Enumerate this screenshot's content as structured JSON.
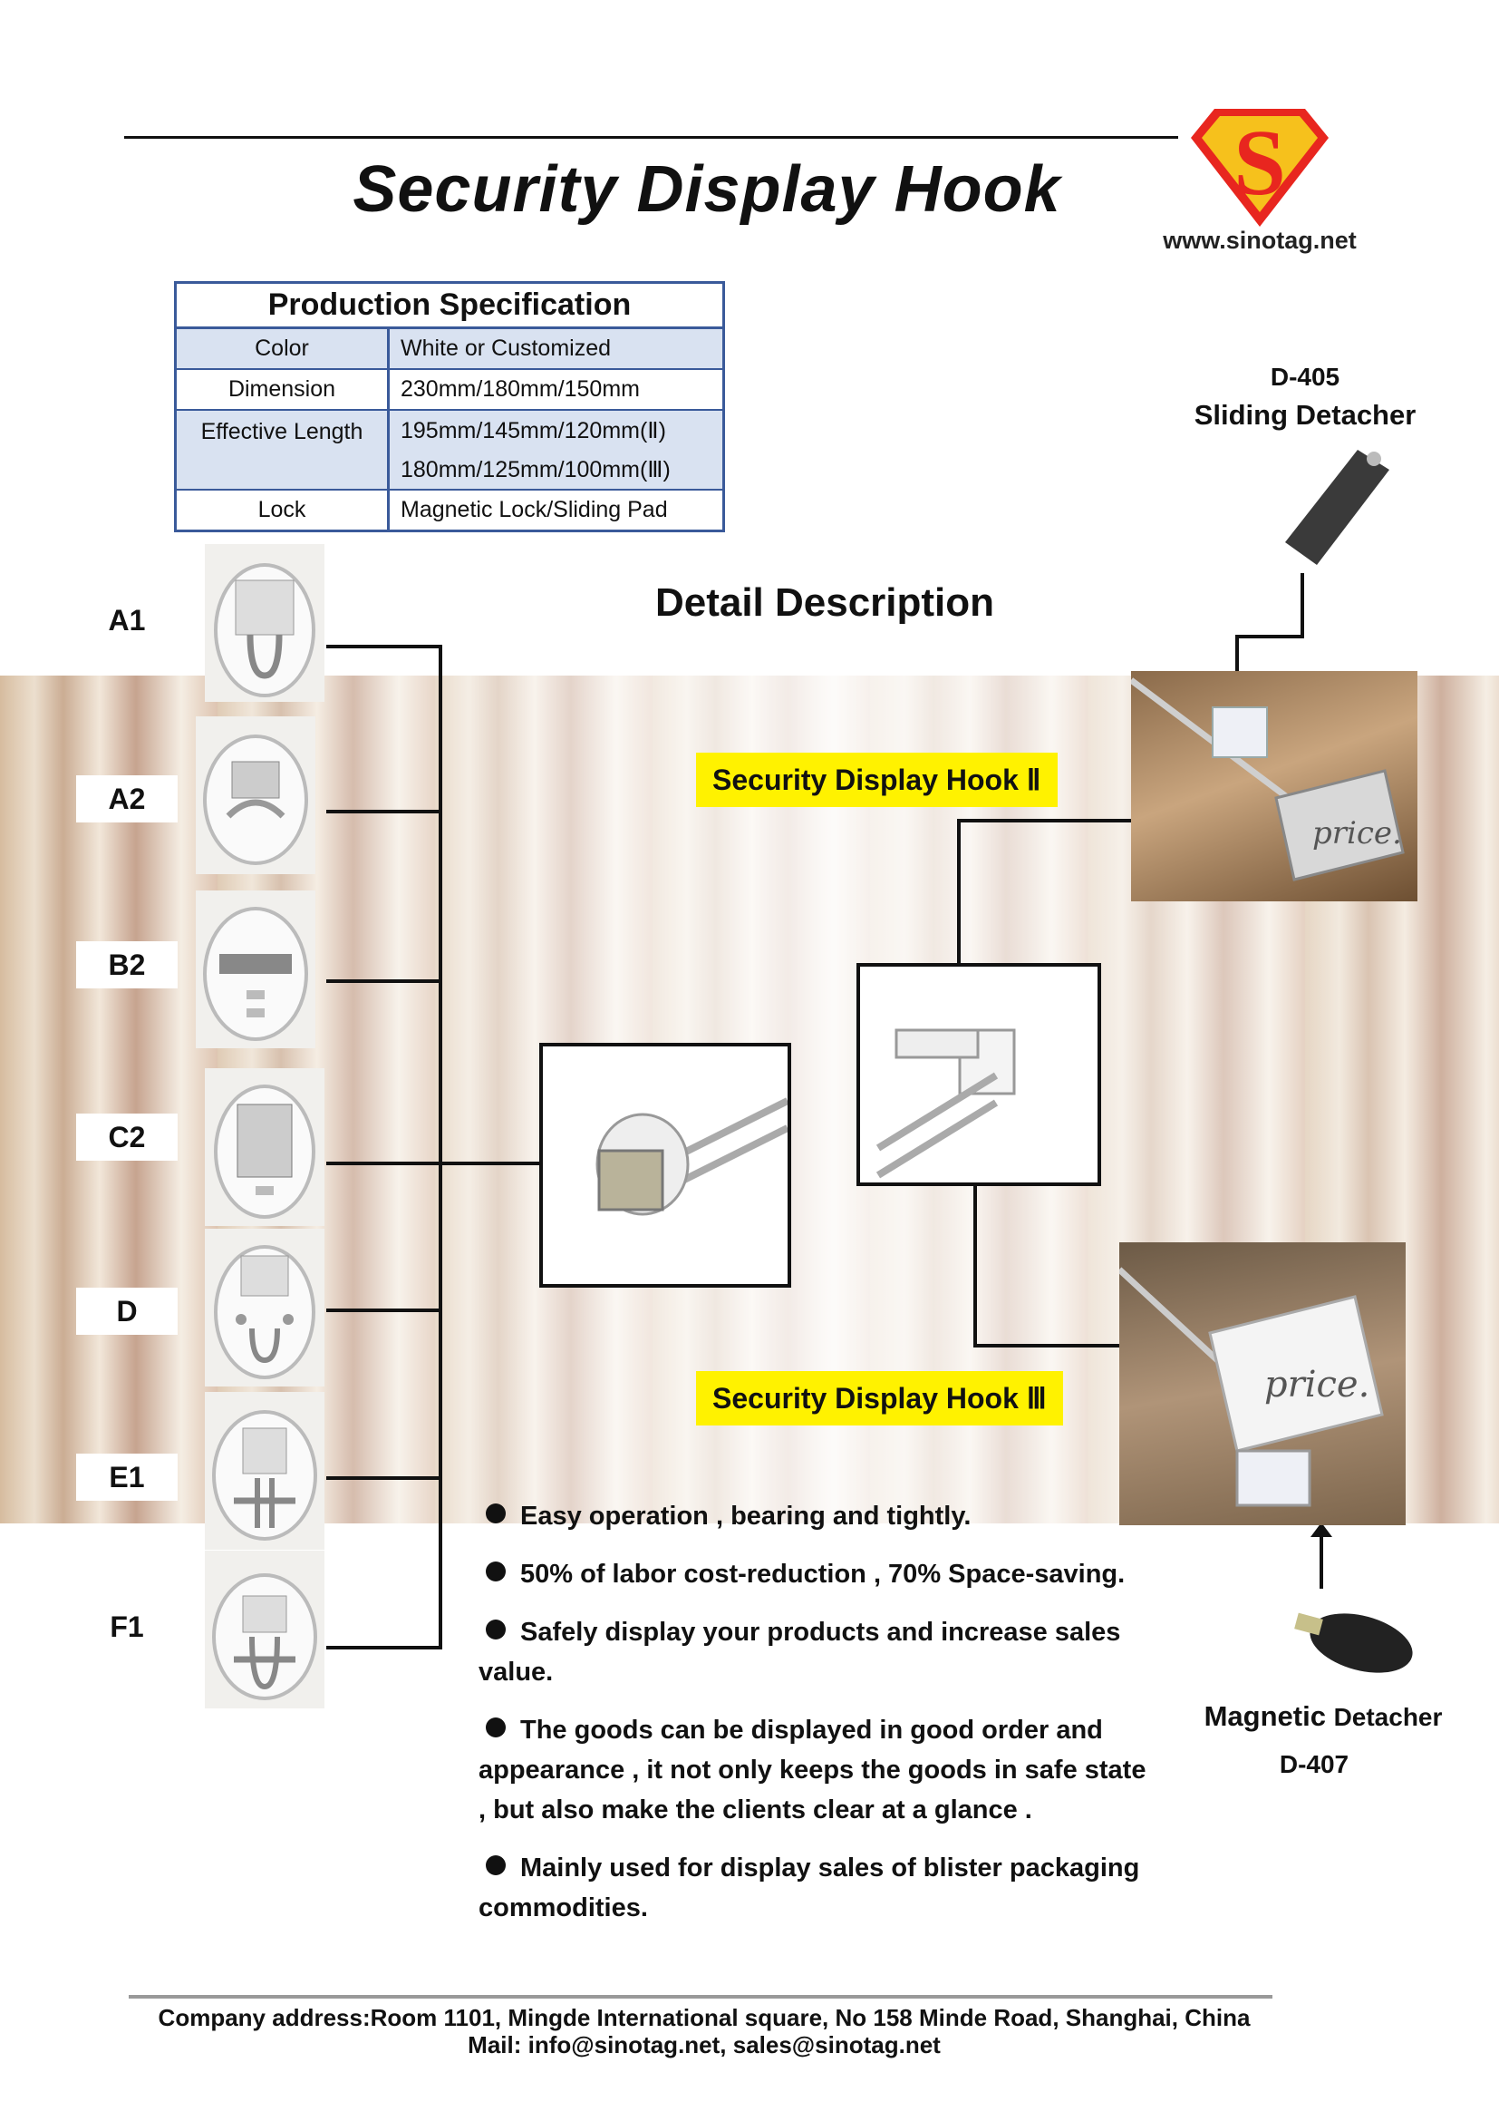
{
  "header": {
    "title": "Security Display Hook",
    "website": "www.sinotag.net",
    "logo_letter": "S",
    "logo_colors": {
      "shield": "#e8261f",
      "letter": "#f6c11c"
    }
  },
  "spec": {
    "title": "Production Specification",
    "rows": [
      {
        "label": "Color",
        "value": "White or Customized"
      },
      {
        "label": "Dimension",
        "value": "230mm/180mm/150mm"
      },
      {
        "label": "Effective Length",
        "value": "195mm/145mm/120mm(Ⅱ)",
        "value2": "180mm/125mm/100mm(Ⅲ)"
      },
      {
        "label": "Lock",
        "value": "Magnetic Lock/Sliding Pad"
      }
    ]
  },
  "models": [
    "A1",
    "A2",
    "B2",
    "C2",
    "D",
    "E1",
    "F1"
  ],
  "detail": {
    "heading": "Detail Description",
    "tag_two": "Security Display Hook Ⅱ",
    "tag_three": "Security Display Hook Ⅲ",
    "price_label": "price."
  },
  "detachers": {
    "sliding": {
      "code": "D-405",
      "name": "Sliding Detacher"
    },
    "magnetic": {
      "name_bold": "Magnetic",
      "name_rest": "Detacher",
      "code": "D-407"
    }
  },
  "bullets": [
    "Easy operation , bearing and tightly.",
    "50% of labor cost-reduction , 70% Space-saving.",
    "Safely display your products and increase sales value.",
    "The goods can be displayed in good order and appearance , it not only keeps the goods in safe state , but also make the clients clear at a glance .",
    "Mainly used for display sales of blister packaging commodities."
  ],
  "footer": {
    "address": "Company address:Room 1101, Mingde International square, No 158 Minde Road, Shanghai, China",
    "mail": "Mail: info@sinotag.net,  sales@sinotag.net"
  },
  "colors": {
    "accent": "#fff200",
    "table_border": "#3a5a9a",
    "table_fill": "#d9e2f1"
  }
}
